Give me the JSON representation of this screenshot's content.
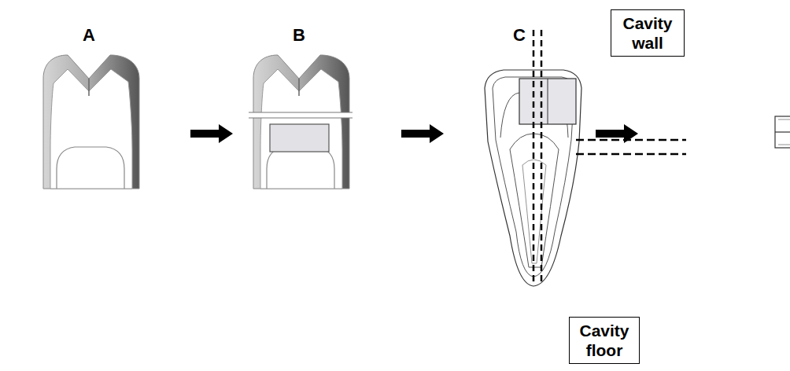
{
  "diagram": {
    "nodes": [
      {
        "text": [
          "Cavity wall"
        ]
      },
      {
        "text": [
          "Cavity floor"
        ]
      }
    ],
    "labels": [
      "A",
      "B",
      "C"
    ]
  }
}
